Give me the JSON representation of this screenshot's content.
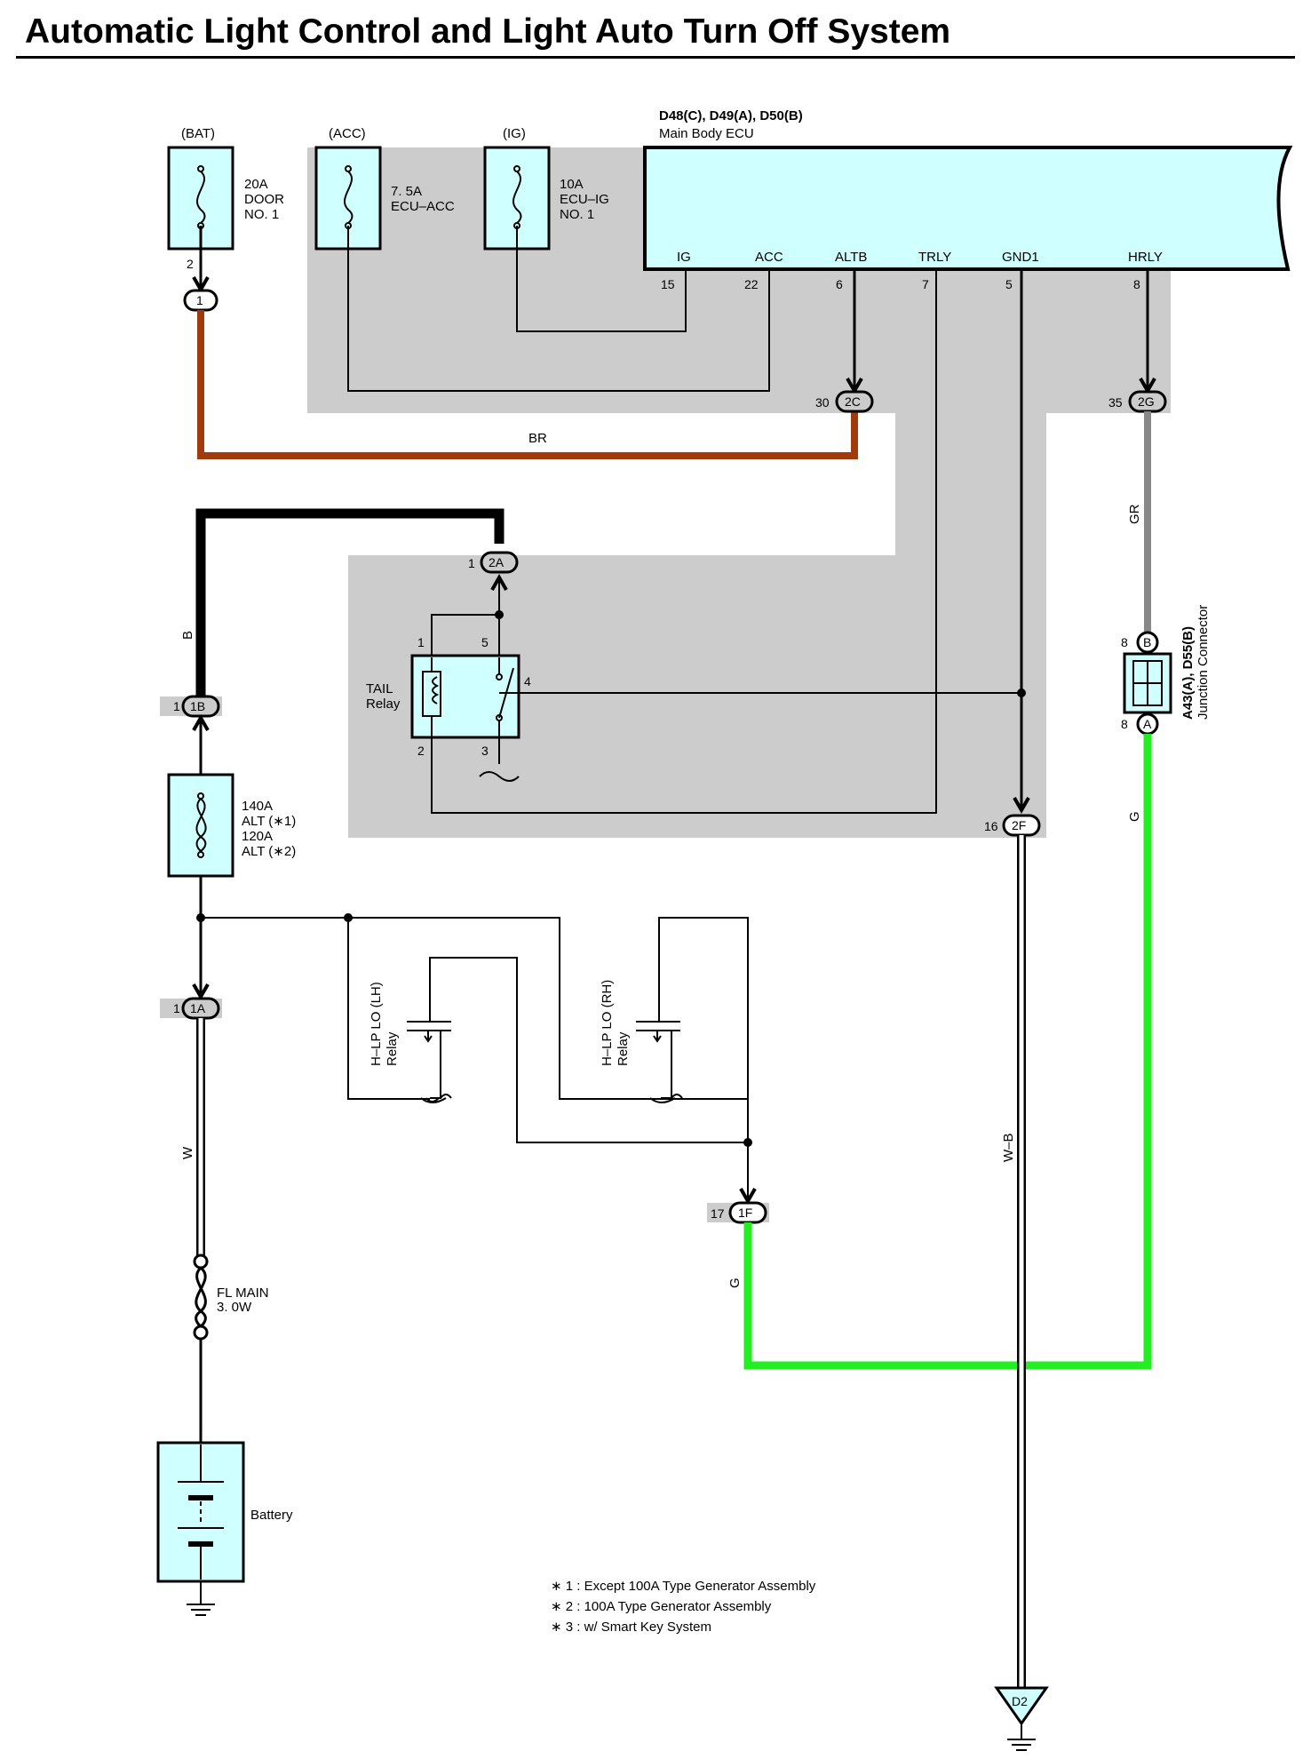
{
  "title": "Automatic Light Control and Light Auto Turn Off System",
  "colors": {
    "component_fill": "#cfffff",
    "shaded_area": "#cccccc",
    "wire_br": "#a33a0c",
    "wire_b": "#000000",
    "wire_gr": "#888888",
    "wire_g": "#22ee22",
    "wire_w": "#ffffff",
    "wire_wb": "#ffffff"
  },
  "fuses": {
    "bat": {
      "source": "(BAT)",
      "line1": "20A",
      "line2": "DOOR",
      "line3": "NO. 1"
    },
    "acc": {
      "source": "(ACC)",
      "line1": "7. 5A",
      "line2": "ECU–ACC"
    },
    "ig": {
      "source": "(IG)",
      "line1": "10A",
      "line2": "ECU–IG",
      "line3": "NO. 1"
    },
    "alt": {
      "line1": "140A",
      "line2": "ALT (∗1)",
      "line3": "120A",
      "line4": "ALT (∗2)"
    },
    "fl_main": {
      "line1": "FL MAIN",
      "line2": "3. 0W"
    }
  },
  "ecu": {
    "connectors": "D48(C), D49(A), D50(B)",
    "name": "Main Body ECU",
    "terminals": [
      {
        "label": "IG",
        "pin": "15"
      },
      {
        "label": "ACC",
        "pin": "22"
      },
      {
        "label": "ALTB",
        "pin": "6"
      },
      {
        "label": "TRLY",
        "pin": "7"
      },
      {
        "label": "GND1",
        "pin": "5"
      },
      {
        "label": "HRLY",
        "pin": "8"
      }
    ]
  },
  "connectors": {
    "c1": {
      "id": "1",
      "pin": "2"
    },
    "c2C": {
      "id": "2C",
      "pin": "30"
    },
    "c2G": {
      "id": "2G",
      "pin": "35"
    },
    "c2A": {
      "id": "2A",
      "pin": "1"
    },
    "c1B": {
      "id": "1B",
      "pin": "1"
    },
    "c1A": {
      "id": "1A",
      "pin": "1"
    },
    "c2F": {
      "id": "2F",
      "pin": "16"
    },
    "c1F": {
      "id": "1F",
      "pin": "17"
    },
    "jB": {
      "id": "B",
      "pin": "8"
    },
    "jA": {
      "id": "A",
      "pin": "8"
    }
  },
  "wires": {
    "br": "BR",
    "b": "B",
    "gr": "GR",
    "g1": "G",
    "g2": "G",
    "w": "W",
    "wb": "W–B"
  },
  "tail_relay": {
    "line1": "TAIL",
    "line2": "Relay",
    "p1": "1",
    "p2": "2",
    "p3": "3",
    "p4": "4",
    "p5": "5"
  },
  "hlp_lh": {
    "line1": "H–LP LO (LH)",
    "line2": "Relay"
  },
  "hlp_rh": {
    "line1": "H–LP LO (RH)",
    "line2": "Relay"
  },
  "junction": {
    "line1": "A43(A), D55(B)",
    "line2": "Junction Connector"
  },
  "battery": {
    "label": "Battery"
  },
  "ground_d2": {
    "label": "D2"
  },
  "notes": [
    "∗ 1 : Except 100A Type Generator Assembly",
    "∗ 2 : 100A Type Generator Assembly",
    "∗ 3 : w/ Smart Key System"
  ]
}
